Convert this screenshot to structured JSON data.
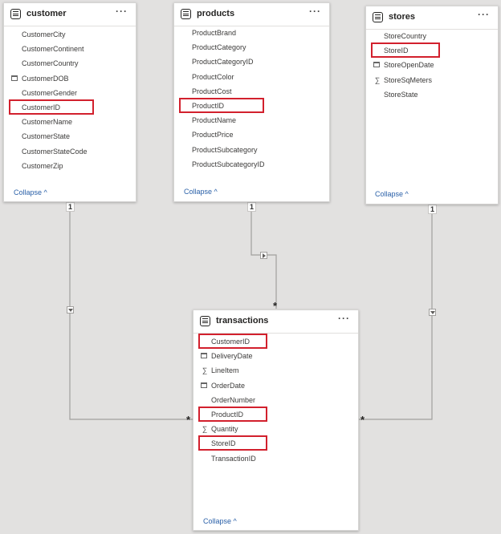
{
  "colors": {
    "canvas": "#e2e1e0",
    "card": "#ffffff",
    "relationship_line": "#a19f9d",
    "highlight": "#d2202d",
    "collapse_link": "#2a60a8"
  },
  "tables": {
    "customer": {
      "title": "customer",
      "more_label": "···",
      "collapse_label": "Collapse ^",
      "fields": [
        {
          "name": "CustomerCity",
          "icon": "none"
        },
        {
          "name": "CustomerContinent",
          "icon": "none"
        },
        {
          "name": "CustomerCountry",
          "icon": "none"
        },
        {
          "name": "CustomerDOB",
          "icon": "calendar-icon"
        },
        {
          "name": "CustomerGender",
          "icon": "none"
        },
        {
          "name": "CustomerID",
          "icon": "none",
          "highlighted": true
        },
        {
          "name": "CustomerName",
          "icon": "none"
        },
        {
          "name": "CustomerState",
          "icon": "none"
        },
        {
          "name": "CustomerStateCode",
          "icon": "none"
        },
        {
          "name": "CustomerZip",
          "icon": "none"
        }
      ]
    },
    "products": {
      "title": "products",
      "more_label": "···",
      "collapse_label": "Collapse ^",
      "fields": [
        {
          "name": "ProductBrand",
          "icon": "none"
        },
        {
          "name": "ProductCategory",
          "icon": "none"
        },
        {
          "name": "ProductCategoryID",
          "icon": "none"
        },
        {
          "name": "ProductColor",
          "icon": "none"
        },
        {
          "name": "ProductCost",
          "icon": "none"
        },
        {
          "name": "ProductID",
          "icon": "none",
          "highlighted": true
        },
        {
          "name": "ProductName",
          "icon": "none"
        },
        {
          "name": "ProductPrice",
          "icon": "none"
        },
        {
          "name": "ProductSubcategory",
          "icon": "none"
        },
        {
          "name": "ProductSubcategoryID",
          "icon": "none"
        }
      ]
    },
    "stores": {
      "title": "stores",
      "more_label": "···",
      "collapse_label": "Collapse ^",
      "fields": [
        {
          "name": "StoreCountry",
          "icon": "none"
        },
        {
          "name": "StoreID",
          "icon": "none",
          "highlighted": true
        },
        {
          "name": "StoreOpenDate",
          "icon": "calendar-icon"
        },
        {
          "name": "StoreSqMeters",
          "icon": "sigma-icon"
        },
        {
          "name": "StoreState",
          "icon": "none"
        }
      ]
    },
    "transactions": {
      "title": "transactions",
      "more_label": "···",
      "collapse_label": "Collapse ^",
      "fields": [
        {
          "name": "CustomerID",
          "icon": "none",
          "highlighted": true
        },
        {
          "name": "DeliveryDate",
          "icon": "calendar-icon"
        },
        {
          "name": "LineItem",
          "icon": "sigma-icon"
        },
        {
          "name": "OrderDate",
          "icon": "calendar-icon"
        },
        {
          "name": "OrderNumber",
          "icon": "none"
        },
        {
          "name": "ProductID",
          "icon": "none",
          "highlighted": true
        },
        {
          "name": "Quantity",
          "icon": "sigma-icon"
        },
        {
          "name": "StoreID",
          "icon": "none",
          "highlighted": true
        },
        {
          "name": "TransactionID",
          "icon": "none"
        }
      ]
    }
  },
  "relationships": {
    "one_label": "1",
    "many_label": "*"
  }
}
